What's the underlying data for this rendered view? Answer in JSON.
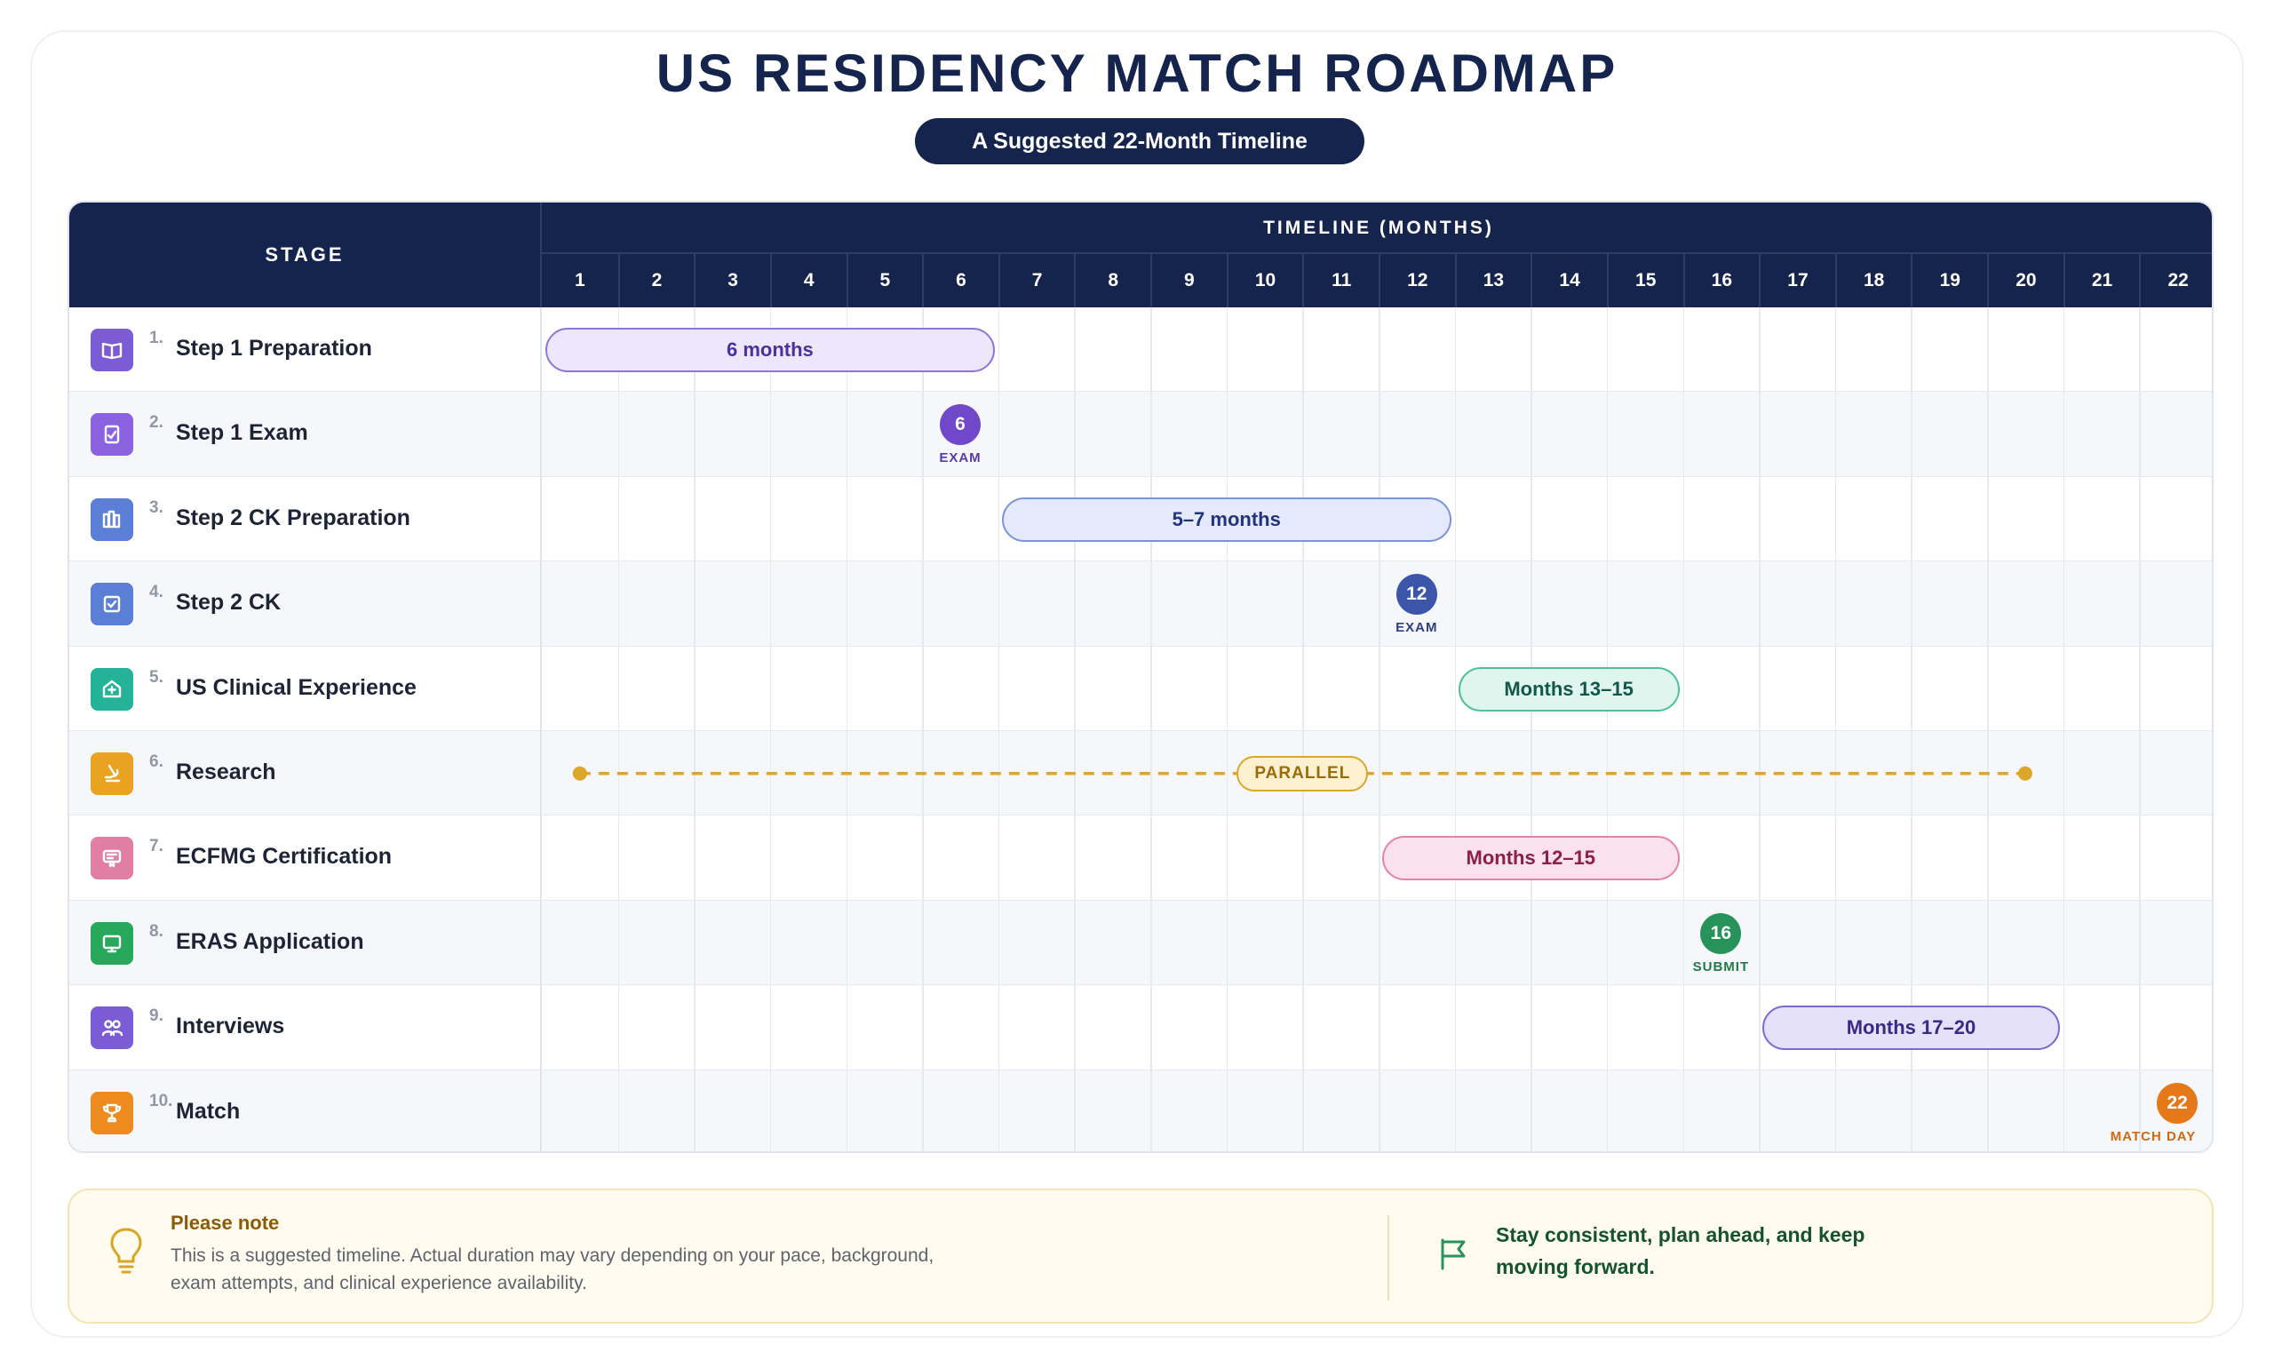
{
  "header": {
    "title": "US RESIDENCY MATCH ROADMAP",
    "subtitle": "A Suggested 22-Month Timeline"
  },
  "table": {
    "stage_header": "STAGE",
    "timeline_header": "TIMELINE (MONTHS)",
    "months": [
      "1",
      "2",
      "3",
      "4",
      "5",
      "6",
      "7",
      "8",
      "9",
      "10",
      "11",
      "12",
      "13",
      "14",
      "15",
      "16",
      "17",
      "18",
      "19",
      "20",
      "21",
      "22"
    ]
  },
  "stages": [
    {
      "num": "1.",
      "name": "Step 1 Preparation",
      "icon": "book-icon",
      "color": "#7c5cd6"
    },
    {
      "num": "2.",
      "name": "Step 1 Exam",
      "icon": "clipboard-check-icon",
      "color": "#8b63e0"
    },
    {
      "num": "3.",
      "name": "Step 2 CK Preparation",
      "icon": "books-icon",
      "color": "#5b7fd6"
    },
    {
      "num": "4.",
      "name": "Step 2 CK",
      "icon": "checklist-icon",
      "color": "#5b7fd6"
    },
    {
      "num": "5.",
      "name": "US Clinical Experience",
      "icon": "hospital-icon",
      "color": "#24b398"
    },
    {
      "num": "6.",
      "name": "Research",
      "icon": "microscope-icon",
      "color": "#e9a321"
    },
    {
      "num": "7.",
      "name": "ECFMG Certification",
      "icon": "certificate-icon",
      "color": "#e07fa3"
    },
    {
      "num": "8.",
      "name": "ERAS Application",
      "icon": "monitor-icon",
      "color": "#27a85a"
    },
    {
      "num": "9.",
      "name": "Interviews",
      "icon": "people-icon",
      "color": "#7c5cd6"
    },
    {
      "num": "10.",
      "name": "Match",
      "icon": "trophy-icon",
      "color": "#ee8a1e"
    }
  ],
  "timeline_items": [
    {
      "row": 0,
      "kind": "bar",
      "start": 1,
      "end": 6,
      "label": "6 months",
      "fill": "#ece7fb",
      "stroke": "#8f74d9",
      "text": "#4d2f9e"
    },
    {
      "row": 1,
      "kind": "milestone",
      "month": 6,
      "label": "6",
      "caption": "EXAM",
      "fill": "#7048c9",
      "captionColor": "#5a39a8"
    },
    {
      "row": 2,
      "kind": "bar",
      "start": 7,
      "end": 12,
      "label": "5–7 months",
      "fill": "#e4eafb",
      "stroke": "#7a93da",
      "text": "#22347a"
    },
    {
      "row": 3,
      "kind": "milestone",
      "month": 12,
      "label": "12",
      "caption": "EXAM",
      "fill": "#3b55a8",
      "captionColor": "#2c3f80"
    },
    {
      "row": 4,
      "kind": "bar",
      "start": 13,
      "end": 15,
      "label": "Months 13–15",
      "fill": "#dff5ee",
      "stroke": "#4cbf9c",
      "text": "#10584a"
    },
    {
      "row": 5,
      "kind": "dashed",
      "start": 1,
      "end": 20,
      "label": "PARALLEL",
      "labelMonth": 10,
      "color": "#dba629",
      "fill": "#fdf1cf",
      "text": "#9a6b08"
    },
    {
      "row": 6,
      "kind": "bar",
      "start": 12,
      "end": 15,
      "label": "Months 12–15",
      "fill": "#fbe1eb",
      "stroke": "#e383a8",
      "text": "#8a2048"
    },
    {
      "row": 7,
      "kind": "milestone",
      "month": 16,
      "label": "16",
      "caption": "SUBMIT",
      "fill": "#27935a",
      "captionColor": "#1f7a48"
    },
    {
      "row": 8,
      "kind": "bar",
      "start": 17,
      "end": 20,
      "label": "Months 17–20",
      "fill": "#e6e1fb",
      "stroke": "#7e68d6",
      "text": "#3b2a85"
    },
    {
      "row": 9,
      "kind": "milestone",
      "month": 22,
      "label": "22",
      "caption": "MATCH DAY",
      "fill": "#e5791a",
      "captionColor": "#d06a10"
    }
  ],
  "note": {
    "title": "Please note",
    "text": "This is a suggested timeline. Actual duration may vary depending on your pace, background, exam attempts, and clinical experience availability.",
    "motto": "Stay consistent, plan ahead, and keep moving forward.",
    "icon": "lightbulb-icon",
    "motto_icon": "flag-icon"
  }
}
